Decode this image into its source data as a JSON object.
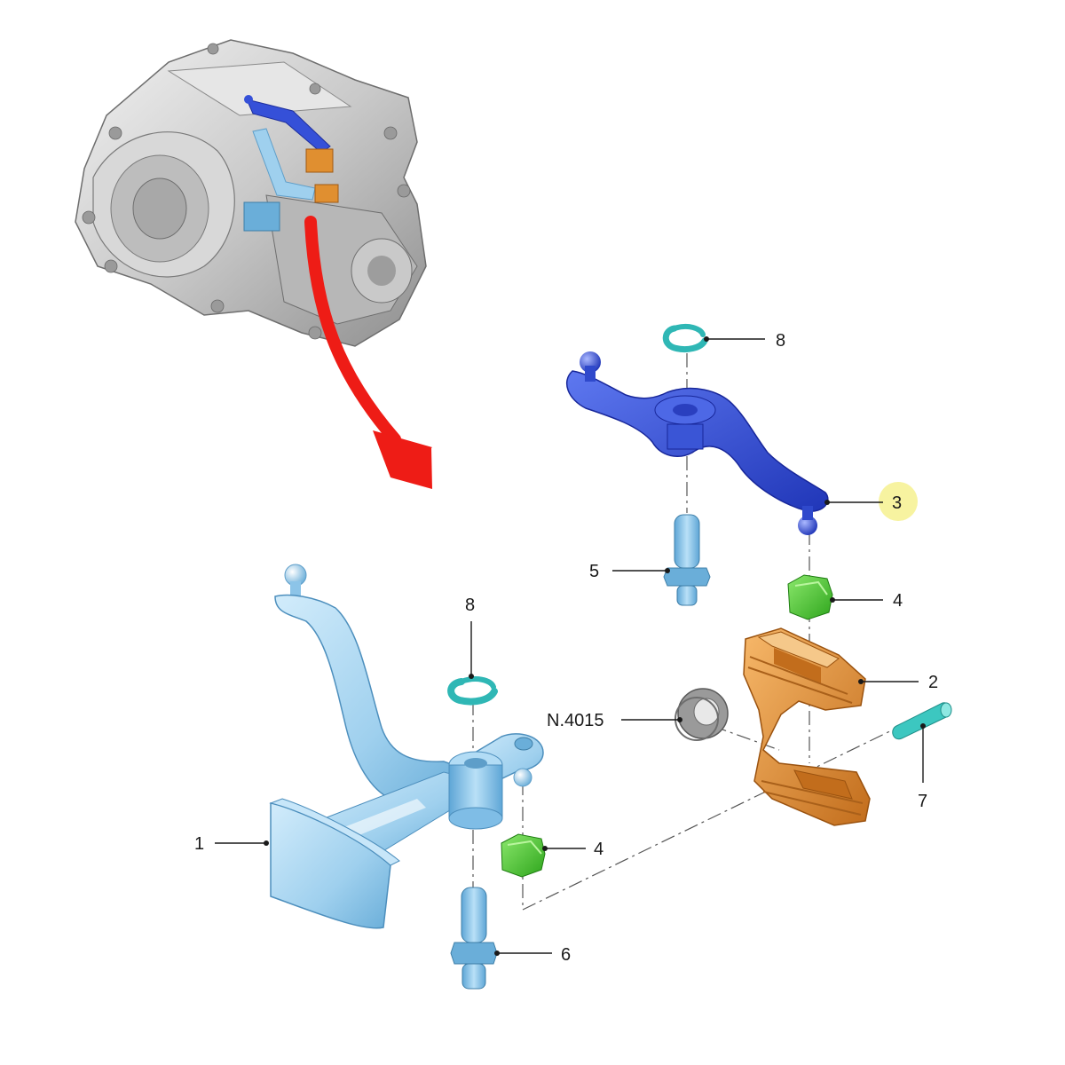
{
  "callouts": {
    "c1": "1",
    "c2": "2",
    "c3": "3",
    "c4_top": "4",
    "c4_bottom": "4",
    "c5": "5",
    "c6": "6",
    "c7": "7",
    "c8_top": "8",
    "c8_bottom": "8",
    "nut": "N.4015"
  },
  "colors": {
    "part1_light_blue": "#9fd0ee",
    "part2_orange": "#e08f30",
    "part3_blue": "#3550d8",
    "part4_green": "#5bcf3a",
    "part5_6_pins": "#7fbde6",
    "part7_teal": "#3cc7c0",
    "part8_clip": "#2fb7b5",
    "washer_gray": "#8c8c8c",
    "arrow_red": "#ee1c16",
    "highlight_yellow": "#f7f3a0"
  },
  "icons": {
    "gearbox": "gearbox-housing-icon",
    "arrow": "curved-red-arrow-icon"
  }
}
